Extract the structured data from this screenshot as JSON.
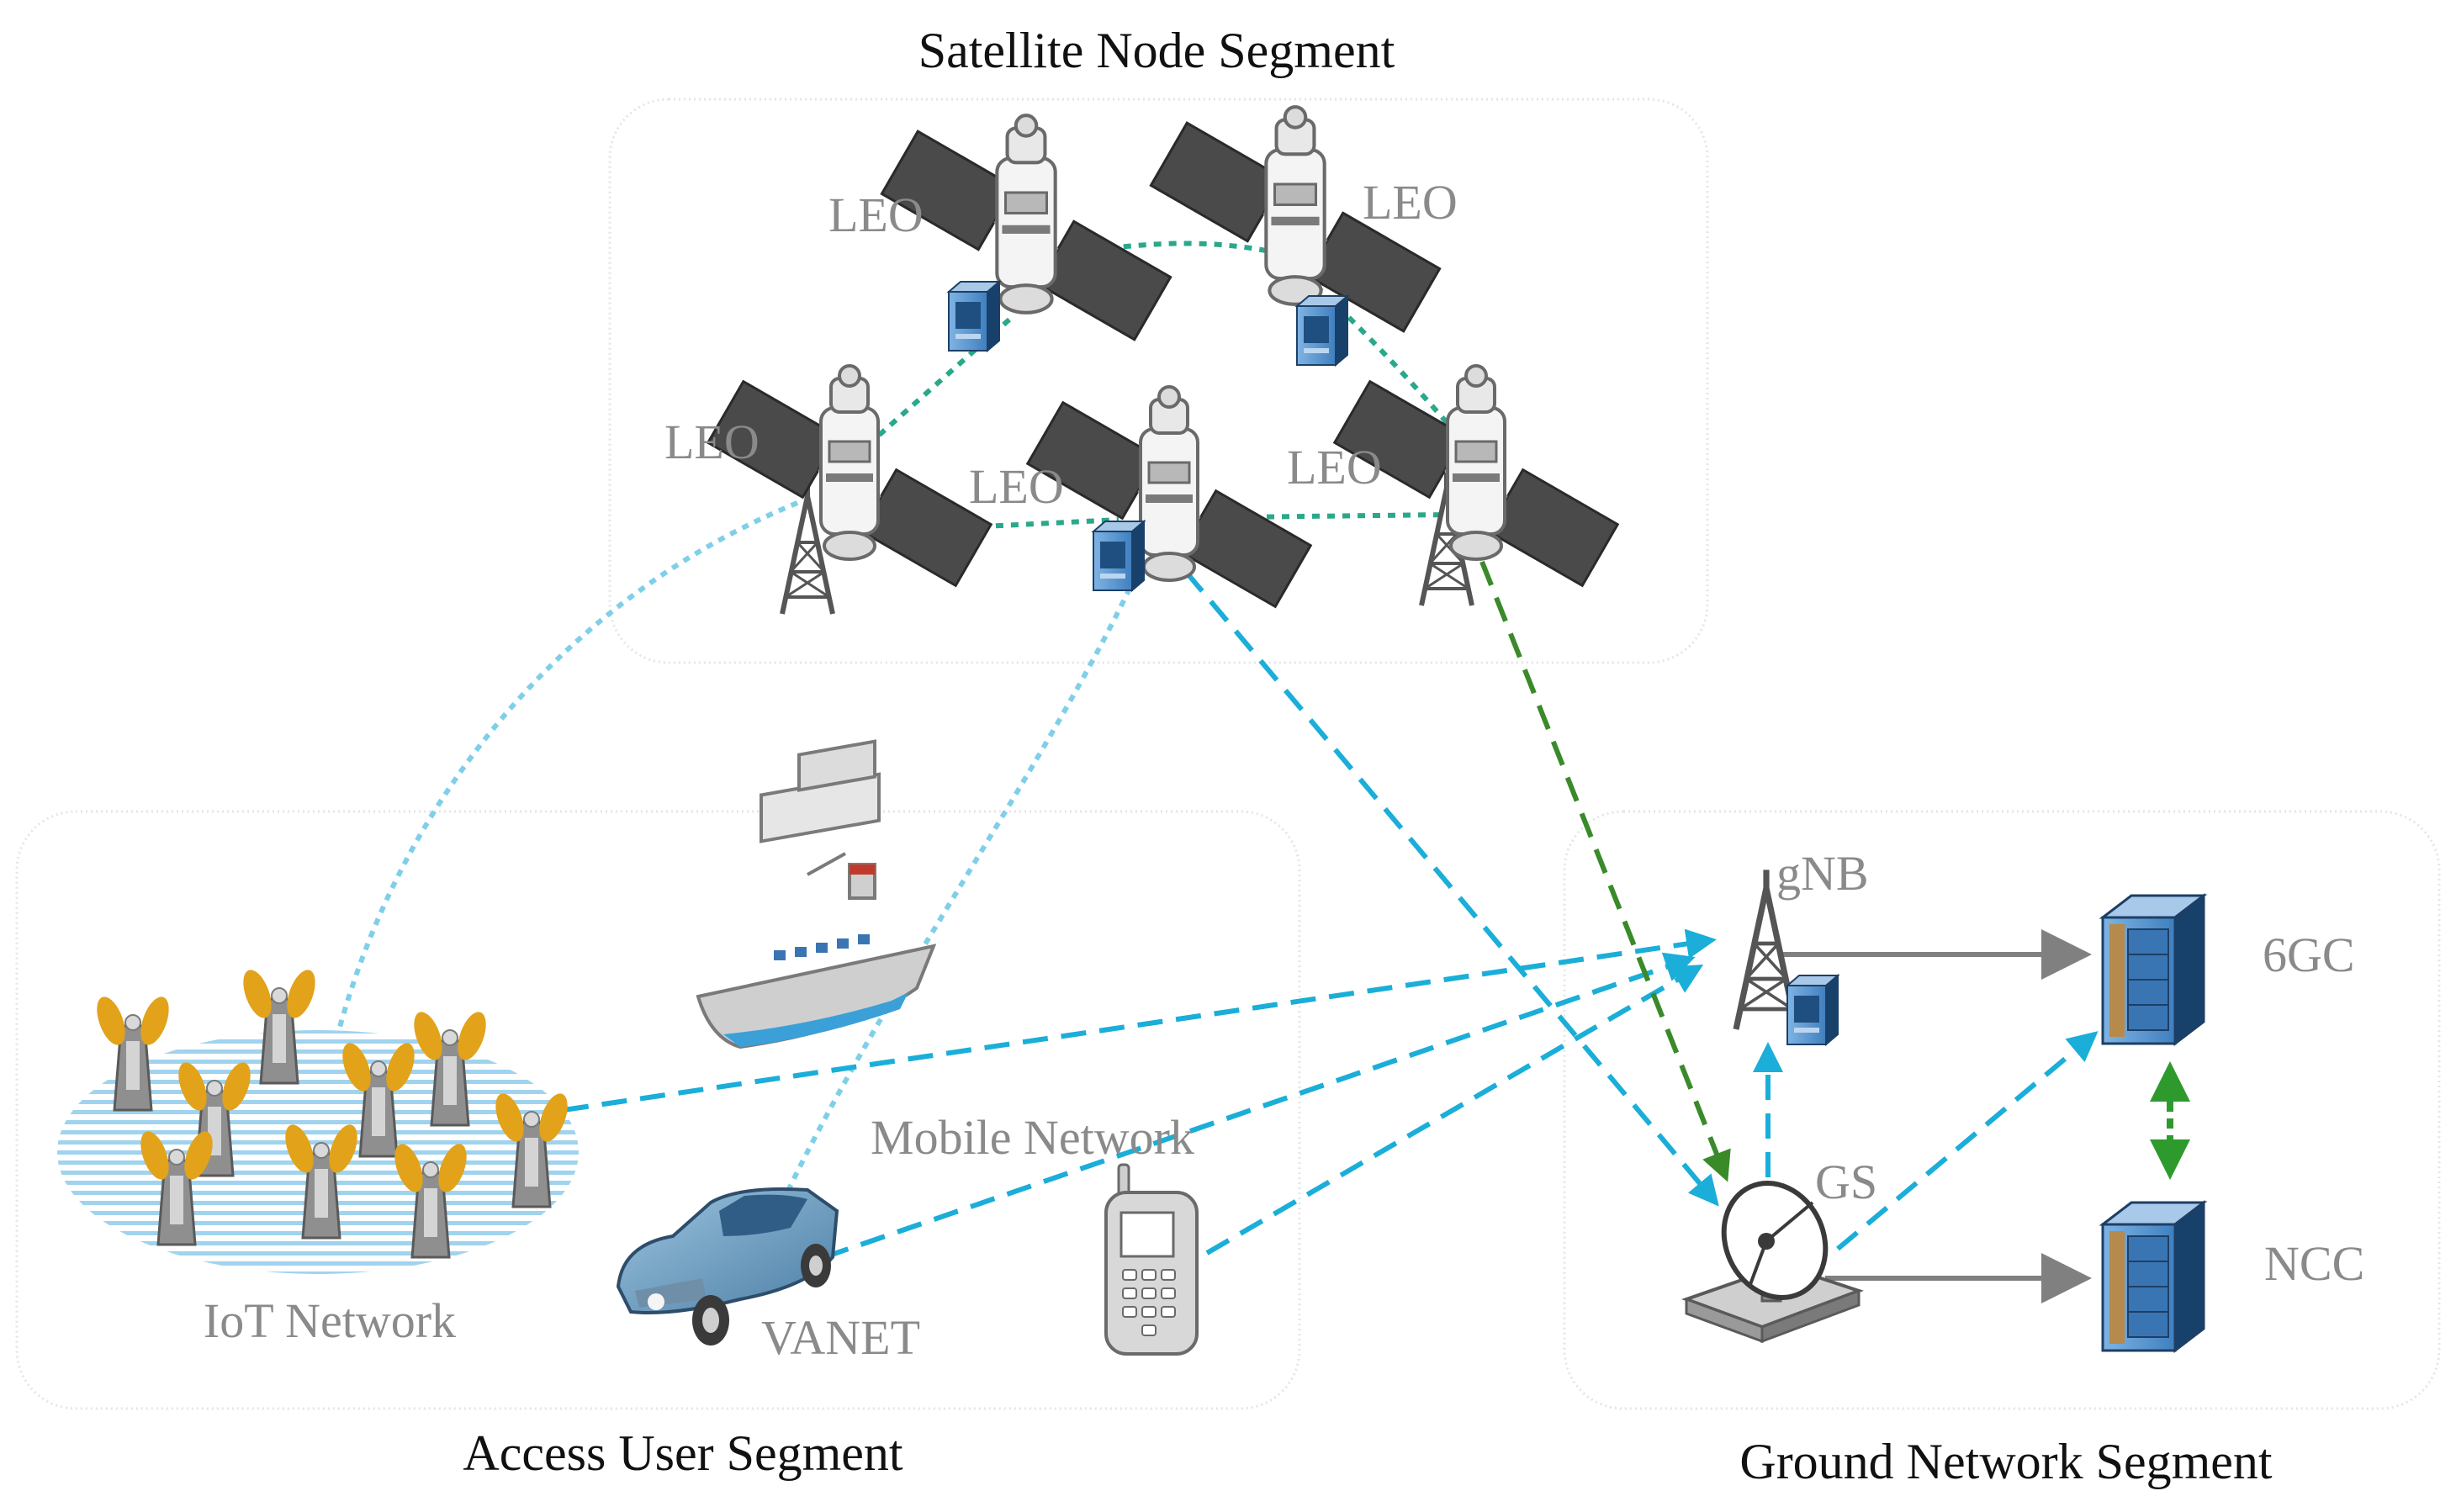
{
  "segments": {
    "satellite": "Satellite Node Segment",
    "access": "Access User Segment",
    "ground": "Ground Network Segment"
  },
  "satellites": {
    "s1": "LEO",
    "s2": "LEO",
    "s3": "LEO",
    "s4": "LEO",
    "s5": "LEO"
  },
  "access": {
    "iot": "IoT Network",
    "mobile": "Mobile Network",
    "vanet": "VANET"
  },
  "ground": {
    "gnb": "gNB",
    "gs": "GS",
    "core": "6GC",
    "ncc": "NCC"
  },
  "colors": {
    "isl": "#2aa88a",
    "access_link": "#1aaed8",
    "access_dotted": "#7fcfe8",
    "feeder": "#3a8a2a",
    "core_link": "#808080",
    "control_link": "#2e9a2e",
    "server_blue": "#4f8ec9",
    "server_dark": "#17406b",
    "antenna_orange": "#e2a21a"
  }
}
